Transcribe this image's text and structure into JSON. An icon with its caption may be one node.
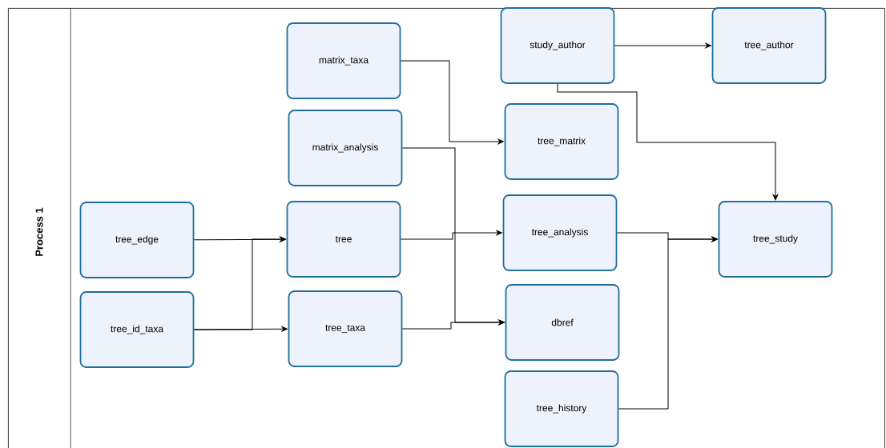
{
  "diagram": {
    "nodes": [
      {
        "text": [
          "Process 1"
        ]
      },
      {
        "text": [
          "tree_edge"
        ],
        "in": 0
      },
      {
        "text": [
          "tree_id_taxa"
        ],
        "in": 0
      },
      {
        "text": [
          "matrix_taxa"
        ],
        "in": 0
      },
      {
        "text": [
          "matrix_analysis"
        ],
        "in": 0
      },
      {
        "text": [
          "tree"
        ],
        "in": 0
      },
      {
        "text": [
          "tree_taxa"
        ],
        "in": 0
      },
      {
        "text": [
          "study_author"
        ],
        "in": 0
      },
      {
        "text": [
          "tree_author"
        ],
        "in": 0
      },
      {
        "text": [
          "tree_matrix"
        ],
        "in": 0
      },
      {
        "text": [
          "tree_analysis"
        ],
        "in": 0
      },
      {
        "text": [
          "dbref"
        ],
        "in": 0
      },
      {
        "text": [
          "tree_history"
        ],
        "in": 0
      },
      {
        "text": [
          "tree_study"
        ],
        "in": 0
      }
    ],
    "edges": [
      {
        "from": 1,
        "to": 5,
        "arrow": "to"
      },
      {
        "from": 2,
        "to": 5,
        "arrow": "to"
      },
      {
        "from": 2,
        "to": 6,
        "arrow": "to"
      },
      {
        "from": 3,
        "to": 9,
        "arrow": "to"
      },
      {
        "from": 4,
        "to": 11,
        "arrow": "to"
      },
      {
        "from": 5,
        "to": 10,
        "arrow": "to"
      },
      {
        "from": 6,
        "to": 11,
        "arrow": "to"
      },
      {
        "from": 7,
        "to": 8,
        "arrow": "to"
      },
      {
        "from": 7,
        "to": 13,
        "arrow": "to"
      },
      {
        "from": 10,
        "to": 13,
        "arrow": "to"
      },
      {
        "from": 12,
        "to": 13,
        "arrow": "to"
      }
    ]
  }
}
